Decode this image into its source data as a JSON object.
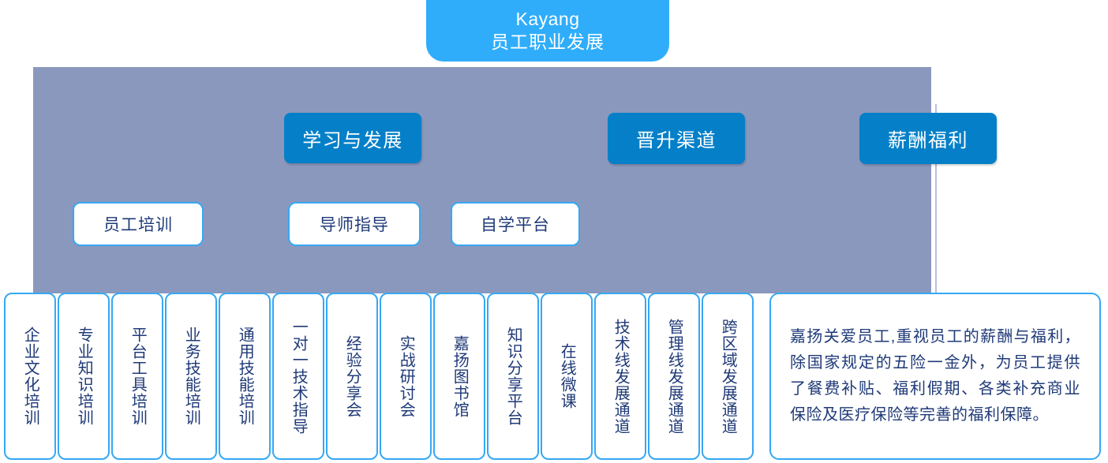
{
  "header": {
    "brand": "Kayang",
    "subtitle": "员工职业发展"
  },
  "colors": {
    "header_blue": "#2fadfb",
    "pill_blue": "#0580c8",
    "panel_gray_blue": "#8b98be",
    "card_border": "#35a8f4",
    "card_text": "#1f3a78"
  },
  "pillars": [
    {
      "label": "学习与发展"
    },
    {
      "label": "晋升渠道"
    },
    {
      "label": "薪酬福利"
    }
  ],
  "subcategories": [
    {
      "label": "员工培训"
    },
    {
      "label": "导师指导"
    },
    {
      "label": "自学平台"
    }
  ],
  "items": [
    {
      "label": "企业文化培训"
    },
    {
      "label": "专业知识培训"
    },
    {
      "label": "平台工具培训"
    },
    {
      "label": "业务技能培训"
    },
    {
      "label": "通用技能培训"
    },
    {
      "label": "一对一技术指导"
    },
    {
      "label": "经验分享会"
    },
    {
      "label": "实战研讨会"
    },
    {
      "label": "嘉扬图书馆"
    },
    {
      "label": "知识分享平台"
    },
    {
      "label": "在线微课"
    },
    {
      "label": "技术线发展通道"
    },
    {
      "label": "管理线发展通道"
    },
    {
      "label": "跨区域发展通道"
    }
  ],
  "benefits": {
    "text": "嘉扬关爱员工,重视员工的薪酬与福利，除国家规定的五险一金外，为员工提供了餐费补贴、福利假期、各类补充商业保险及医疗保险等完善的福利保障。"
  }
}
